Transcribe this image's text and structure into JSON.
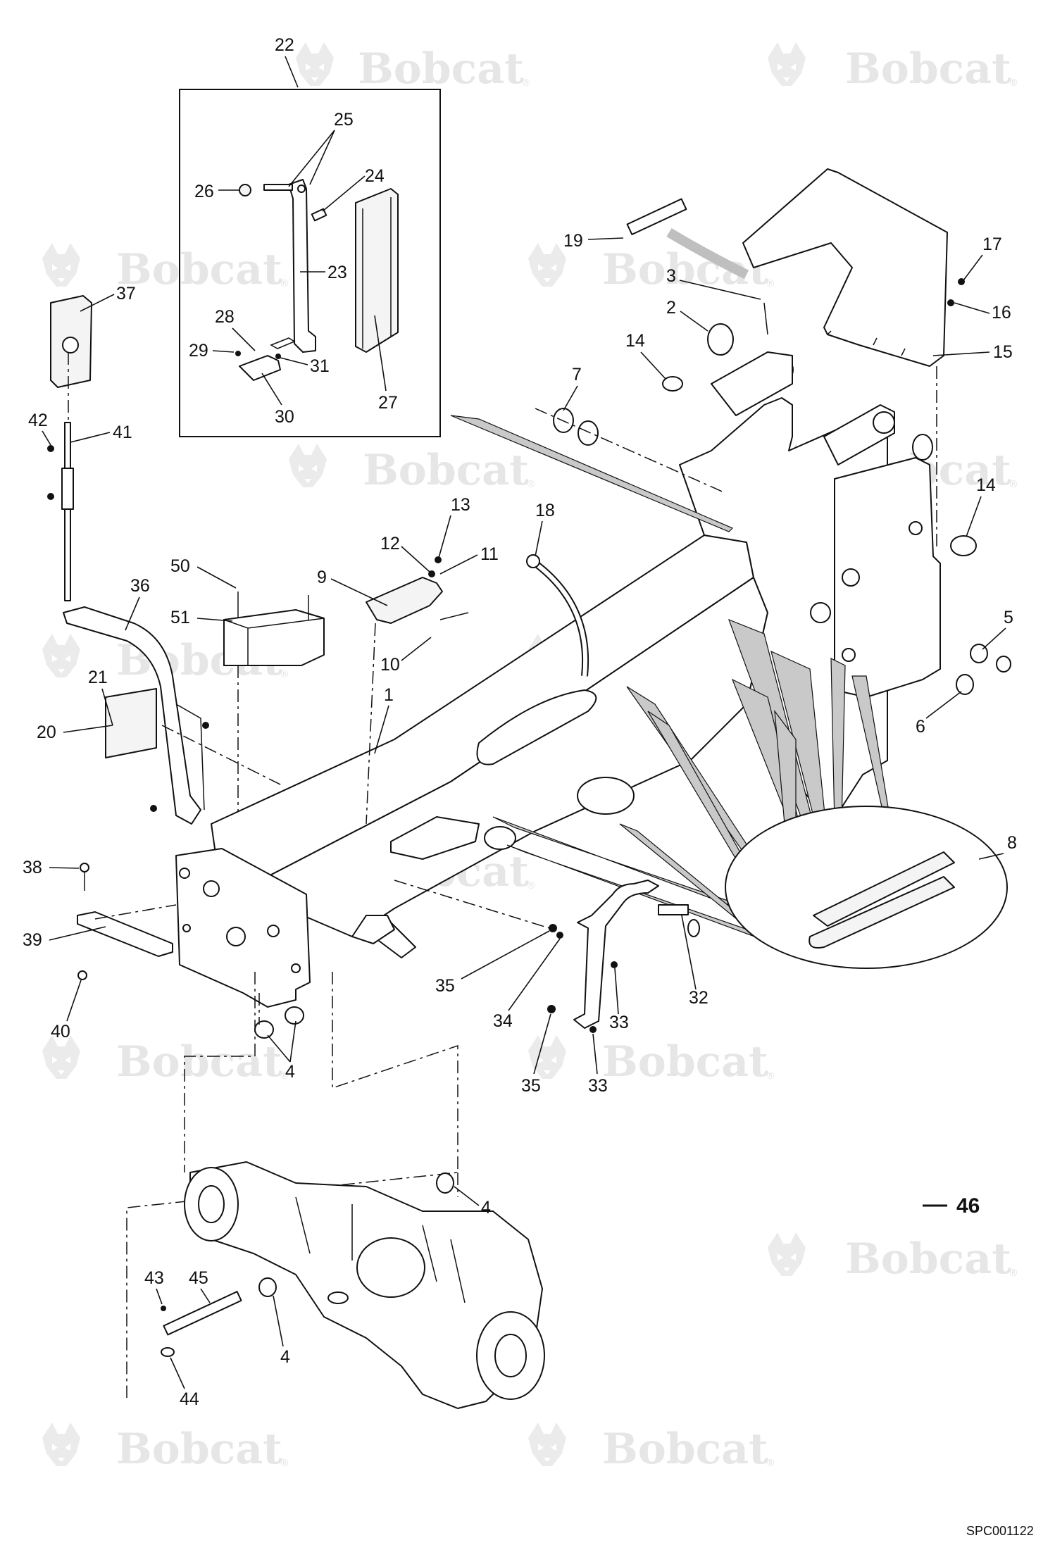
{
  "watermark": {
    "brand_text": "Bobcat",
    "registered_mark": "®",
    "logo_icon": "bobcat-head-icon",
    "color": "#e6e6e6"
  },
  "callouts": [
    {
      "id": "c22",
      "label": "22"
    },
    {
      "id": "c25",
      "label": "25"
    },
    {
      "id": "c26",
      "label": "26"
    },
    {
      "id": "c24",
      "label": "24"
    },
    {
      "id": "c23",
      "label": "23"
    },
    {
      "id": "c28",
      "label": "28"
    },
    {
      "id": "c29",
      "label": "29"
    },
    {
      "id": "c31",
      "label": "31"
    },
    {
      "id": "c30",
      "label": "30"
    },
    {
      "id": "c27",
      "label": "27"
    },
    {
      "id": "c37",
      "label": "37"
    },
    {
      "id": "c42",
      "label": "42"
    },
    {
      "id": "c41",
      "label": "41"
    },
    {
      "id": "c19",
      "label": "19"
    },
    {
      "id": "c3",
      "label": "3"
    },
    {
      "id": "c2",
      "label": "2"
    },
    {
      "id": "c14a",
      "label": "14"
    },
    {
      "id": "c7",
      "label": "7"
    },
    {
      "id": "c17",
      "label": "17"
    },
    {
      "id": "c16",
      "label": "16"
    },
    {
      "id": "c15",
      "label": "15"
    },
    {
      "id": "c14b",
      "label": "14"
    },
    {
      "id": "c13",
      "label": "13"
    },
    {
      "id": "c12",
      "label": "12"
    },
    {
      "id": "c11",
      "label": "11"
    },
    {
      "id": "c18",
      "label": "18"
    },
    {
      "id": "c9",
      "label": "9"
    },
    {
      "id": "c10",
      "label": "10"
    },
    {
      "id": "c50",
      "label": "50"
    },
    {
      "id": "c51",
      "label": "51"
    },
    {
      "id": "c36",
      "label": "36"
    },
    {
      "id": "c1",
      "label": "1"
    },
    {
      "id": "c5",
      "label": "5"
    },
    {
      "id": "c6",
      "label": "6"
    },
    {
      "id": "c21",
      "label": "21"
    },
    {
      "id": "c20",
      "label": "20"
    },
    {
      "id": "c8",
      "label": "8"
    },
    {
      "id": "c38",
      "label": "38"
    },
    {
      "id": "c39",
      "label": "39"
    },
    {
      "id": "c40",
      "label": "40"
    },
    {
      "id": "c35a",
      "label": "35"
    },
    {
      "id": "c34",
      "label": "34"
    },
    {
      "id": "c33a",
      "label": "33"
    },
    {
      "id": "c32",
      "label": "32"
    },
    {
      "id": "c4a",
      "label": "4"
    },
    {
      "id": "c35b",
      "label": "35"
    },
    {
      "id": "c33b",
      "label": "33"
    },
    {
      "id": "c4b",
      "label": "4"
    },
    {
      "id": "c43",
      "label": "43"
    },
    {
      "id": "c45",
      "label": "45"
    },
    {
      "id": "c4c",
      "label": "4"
    },
    {
      "id": "c44",
      "label": "44"
    }
  ],
  "reference_callout": {
    "label": "46"
  },
  "drawing_code": "SPC001122"
}
